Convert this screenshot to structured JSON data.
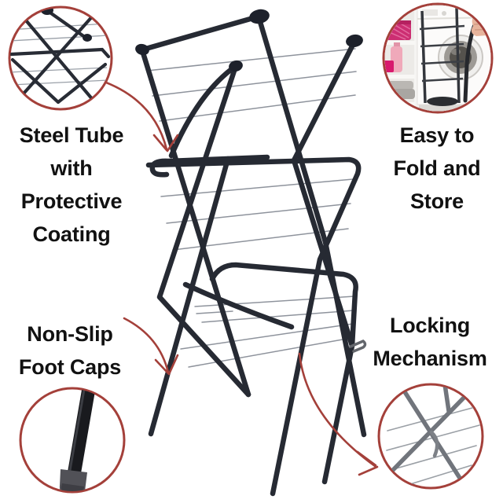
{
  "features": {
    "steel_tube": {
      "label": "Steel Tube\nwith\nProtective\nCoating"
    },
    "fold_store": {
      "label": "Easy to\nFold and\nStore"
    },
    "foot_caps": {
      "label": "Non-Slip\nFoot Caps"
    },
    "locking": {
      "label": "Locking\nMechanism"
    }
  },
  "insets": {
    "top_left": {
      "icon": "steel-tube-closeup-icon"
    },
    "top_right": {
      "icon": "folded-airer-photo-icon"
    },
    "bottom_left": {
      "icon": "foot-cap-closeup-icon"
    },
    "bottom_right": {
      "icon": "locking-mechanism-closeup-icon"
    }
  },
  "arrows": {
    "steel_tube": "curved-arrow-down-right",
    "foot_caps": "curved-arrow-down-right",
    "locking": "curved-arrow-to-inset"
  },
  "colors": {
    "background": "#ffffff",
    "text": "#111111",
    "accent_red": "#a4403a",
    "frame_dark": "#262a33",
    "wire_gray": "#8e939c",
    "inset_tube_gray": "#71757c"
  }
}
